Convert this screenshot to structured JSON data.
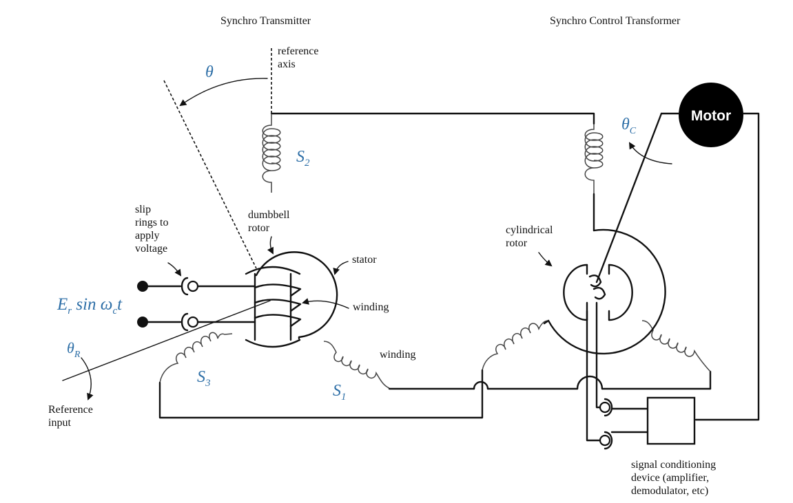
{
  "titles": {
    "transmitter": "Synchro Transmitter",
    "control_transformer": "Synchro Control Transformer"
  },
  "labels": {
    "reference_axis_1": "reference",
    "reference_axis_2": "axis",
    "slip_rings_1": "slip",
    "slip_rings_2": "rings to",
    "slip_rings_3": "apply",
    "slip_rings_4": "voltage",
    "dumbbell_rotor_1": "dumbbell",
    "dumbbell_rotor_2": "rotor",
    "stator": "stator",
    "winding_rotor": "winding",
    "winding_stator": "winding",
    "cylindrical_rotor_1": "cylindrical",
    "cylindrical_rotor_2": "rotor",
    "reference_input_1": "Reference",
    "reference_input_2": "input",
    "signal_device_1": "signal conditioning",
    "signal_device_2": "device (amplifier,",
    "signal_device_3": "demodulator, etc)",
    "motor": "Motor"
  },
  "symbols": {
    "theta": "θ",
    "theta_c_base": "θ",
    "theta_c_sub": "C",
    "theta_r_base": "θ",
    "theta_r_sub": "R",
    "s1_base": "S",
    "s1_sub": "1",
    "s2_base": "S",
    "s2_sub": "2",
    "s3_base": "S",
    "s3_sub": "3",
    "voltage_e": "E",
    "voltage_r": "r",
    "voltage_sin": " sin ω",
    "voltage_c": "c",
    "voltage_t": "t"
  },
  "colors": {
    "symbol": "#2e6fa7",
    "line": "#111111",
    "motor_fill": "#000000"
  }
}
